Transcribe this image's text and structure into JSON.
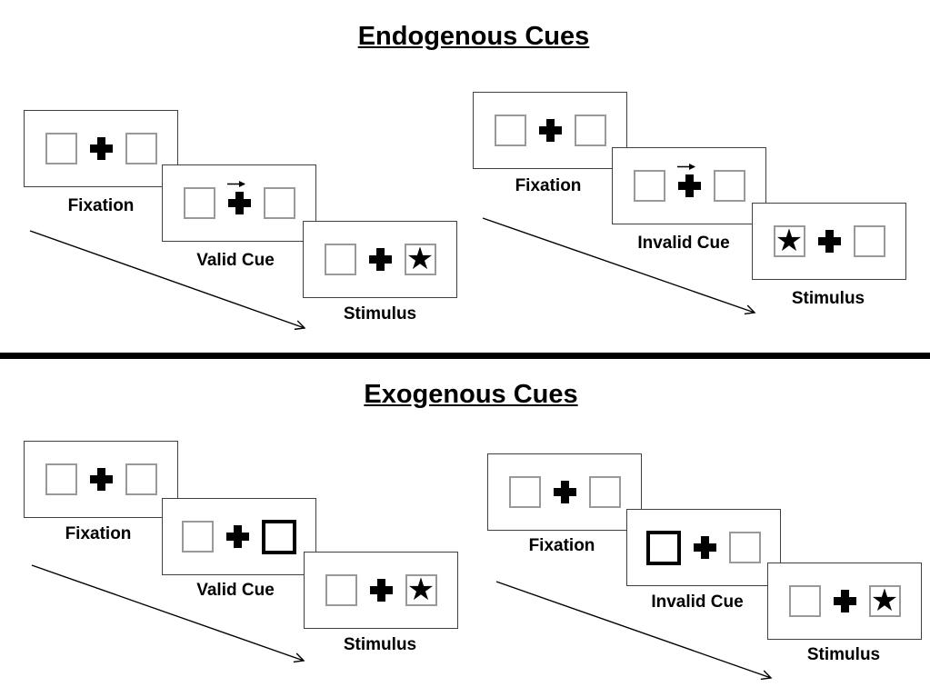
{
  "sections": [
    {
      "id": "endogenous",
      "title": "Endogenous Cues",
      "groups": [
        {
          "id": "valid",
          "cue_type": "central-arrow",
          "cue_direction": "right",
          "stimulus_side": "right",
          "panels": [
            {
              "label": "Fixation"
            },
            {
              "label": "Valid Cue"
            },
            {
              "label": "Stimulus"
            }
          ]
        },
        {
          "id": "invalid",
          "cue_type": "central-arrow",
          "cue_direction": "right",
          "stimulus_side": "left",
          "panels": [
            {
              "label": "Fixation"
            },
            {
              "label": "Invalid Cue"
            },
            {
              "label": "Stimulus"
            }
          ]
        }
      ]
    },
    {
      "id": "exogenous",
      "title": "Exogenous Cues",
      "groups": [
        {
          "id": "valid",
          "cue_type": "peripheral-box-highlight",
          "cue_side": "right",
          "stimulus_side": "right",
          "panels": [
            {
              "label": "Fixation"
            },
            {
              "label": "Valid Cue"
            },
            {
              "label": "Stimulus"
            }
          ]
        },
        {
          "id": "invalid",
          "cue_type": "peripheral-box-highlight",
          "cue_side": "left",
          "stimulus_side": "right",
          "panels": [
            {
              "label": "Fixation"
            },
            {
              "label": "Invalid Cue"
            },
            {
              "label": "Stimulus"
            }
          ]
        }
      ]
    }
  ],
  "glyphs": {
    "star": "★"
  },
  "icons": {
    "fixation_cross": "heavy-plus",
    "cue_arrow_direction": "right",
    "stimulus_star": "filled-star",
    "sequence_arrow": "diagonal-down-right"
  },
  "colors": {
    "background": "#ffffff",
    "panel_border": "#3f3f3f",
    "placeholder_border": "#999999",
    "cue_highlight_border": "#000000",
    "ink": "#000000"
  }
}
